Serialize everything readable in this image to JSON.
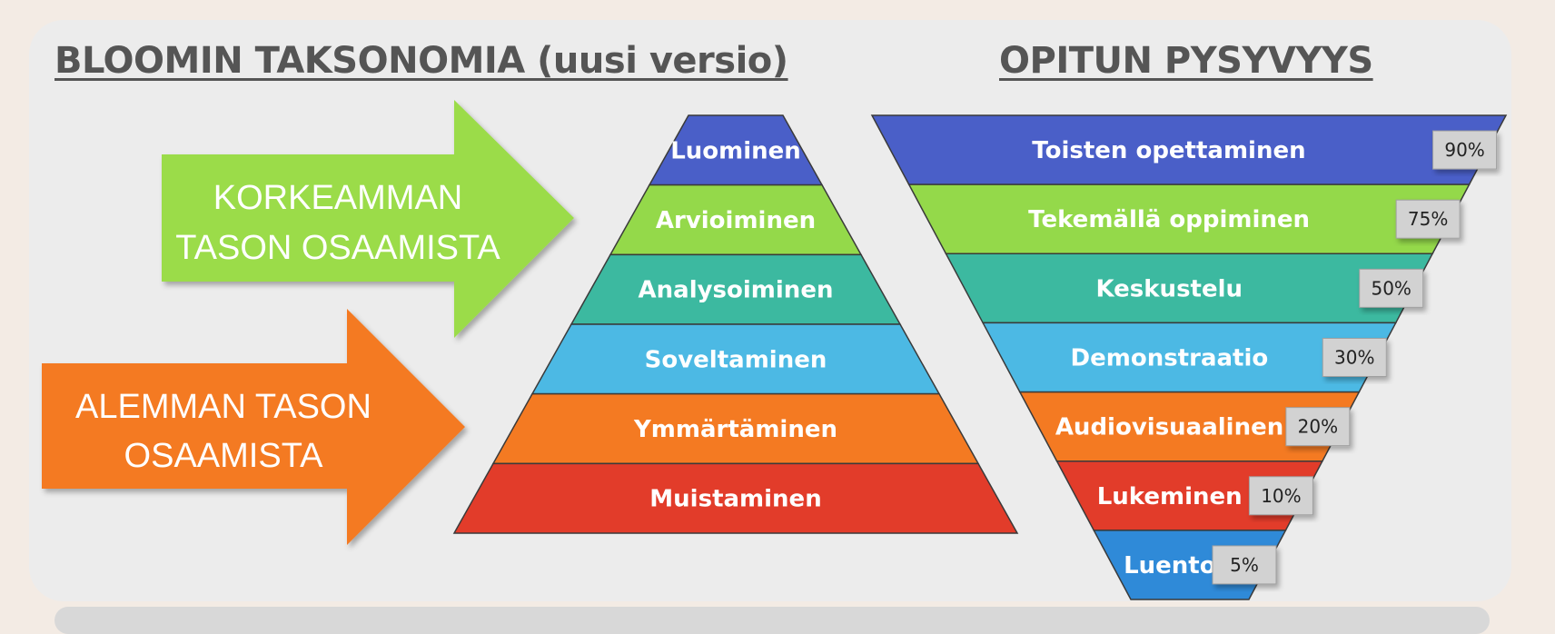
{
  "left_title": "BLOOMIN TAKSONOMIA (uusi versio)",
  "right_title": "OPITUN PYSYVYYS",
  "arrows": {
    "higher": {
      "line1": "KORKEAMMAN",
      "line2": "TASON OSAAMISTA",
      "color": "#9bdc4a"
    },
    "lower": {
      "line1": "ALEMMAN TASON",
      "line2": "OSAAMISTA",
      "color": "#f47a22"
    }
  },
  "pyramid": [
    {
      "label": "Luominen",
      "color": "#4a5fc8"
    },
    {
      "label": "Arvioiminen",
      "color": "#94d94a"
    },
    {
      "label": "Analysoiminen",
      "color": "#3cb9a0"
    },
    {
      "label": "Soveltaminen",
      "color": "#4cb9e4"
    },
    {
      "label": "Ymmärtäminen",
      "color": "#f47a22"
    },
    {
      "label": "Muistaminen",
      "color": "#e23c2a"
    }
  ],
  "funnel": [
    {
      "label": "Toisten opettaminen",
      "percent": "90%",
      "color": "#4a5fc8"
    },
    {
      "label": "Tekemällä oppiminen",
      "percent": "75%",
      "color": "#94d94a"
    },
    {
      "label": "Keskustelu",
      "percent": "50%",
      "color": "#3cb9a0"
    },
    {
      "label": "Demonstraatio",
      "percent": "30%",
      "color": "#4cb9e4"
    },
    {
      "label": "Audiovisuaalinen",
      "percent": "20%",
      "color": "#f47a22"
    },
    {
      "label": "Lukeminen",
      "percent": "10%",
      "color": "#e23c2a"
    },
    {
      "label": "Luento",
      "percent": "5%",
      "color": "#2f8ad8"
    }
  ]
}
